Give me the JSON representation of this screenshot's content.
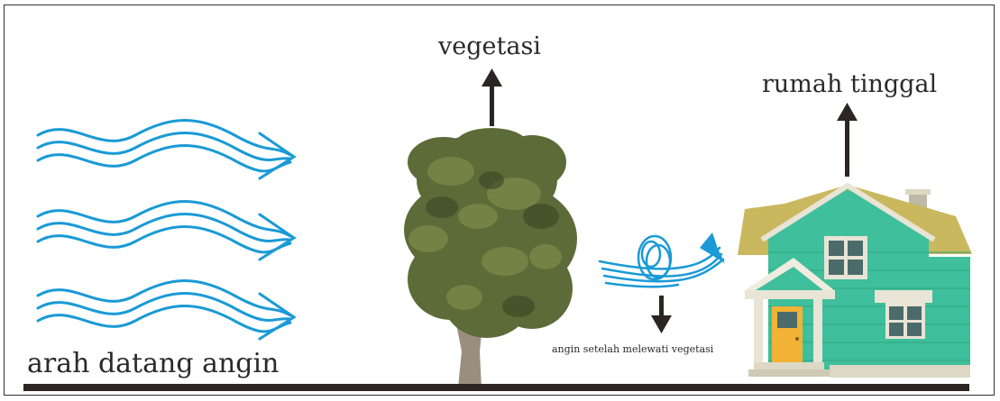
{
  "labels": {
    "vegetation": "vegetasi",
    "house": "rumah tinggal",
    "wind_direction": "arah datang angin",
    "after_vegetation": "angin setelah melewati vegetasi"
  },
  "colors": {
    "wind": "#1a9ad6",
    "arrow": "#2b2523",
    "ground": "#2b2523",
    "house_wall": "#3fbf9b",
    "roof": "#c9b85e",
    "door": "#f2b236",
    "tree_foliage": "#5c6b38",
    "trunk": "#9a8e7f"
  },
  "icons": [
    "wind-waves-icon",
    "tree-icon",
    "house-icon",
    "turbulence-icon",
    "arrow-up-icon",
    "arrow-down-icon"
  ]
}
